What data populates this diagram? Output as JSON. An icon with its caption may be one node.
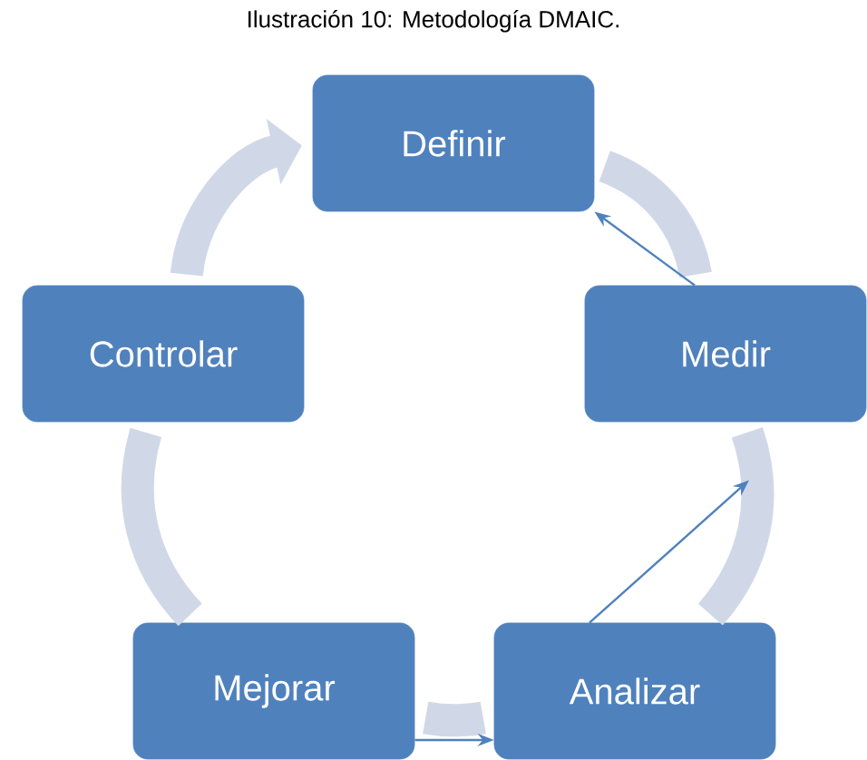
{
  "diagram": {
    "title": "Ilustración 10: Metodología DMAIC.",
    "nodes": [
      {
        "text": [
          "Definir"
        ]
      },
      {
        "text": [
          "Medir"
        ]
      },
      {
        "text": [
          "Analizar"
        ]
      },
      {
        "text": [
          "Mejorar"
        ]
      },
      {
        "text": [
          "Controlar"
        ]
      }
    ],
    "edges": [
      {
        "from": 4,
        "to": 0,
        "arrow": "to"
      },
      {
        "from": 0,
        "to": 1,
        "arrow": "none"
      },
      {
        "from": 1,
        "to": 2,
        "arrow": "none"
      },
      {
        "from": 2,
        "to": 3,
        "arrow": "none"
      },
      {
        "from": 3,
        "to": 4,
        "arrow": "none"
      },
      {
        "from": 1,
        "to": 0,
        "arrow": "to",
        "color": "#4f81bd"
      },
      {
        "from": 2,
        "to": 1,
        "arrow": "to",
        "color": "#4f81bd"
      },
      {
        "from": 3,
        "to": 2,
        "arrow": "to",
        "color": "#4f81bd"
      }
    ]
  }
}
